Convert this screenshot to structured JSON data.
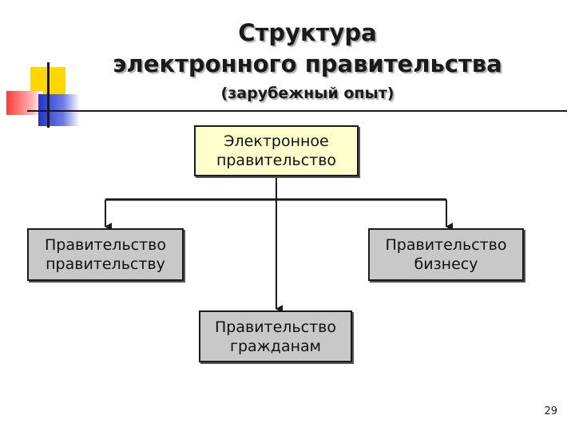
{
  "title": {
    "line1": "Структура",
    "line2": "электронного правительства",
    "subtitle": "(зарубежный опыт)"
  },
  "diagram": {
    "root": {
      "line1": "Электронное",
      "line2": "правительство"
    },
    "children": [
      {
        "line1": "Правительство",
        "line2": "правительству"
      },
      {
        "line1": "Правительство",
        "line2": "бизнесу"
      },
      {
        "line1": "Правительство",
        "line2": "гражданам"
      }
    ]
  },
  "colors": {
    "root_box": "#ffffcc",
    "child_box": "#c8c8c8",
    "accent_yellow": "#ffd700",
    "accent_red": "#ff3b3b",
    "accent_blue": "#2233cc"
  },
  "footer": {
    "page_number": "29"
  }
}
